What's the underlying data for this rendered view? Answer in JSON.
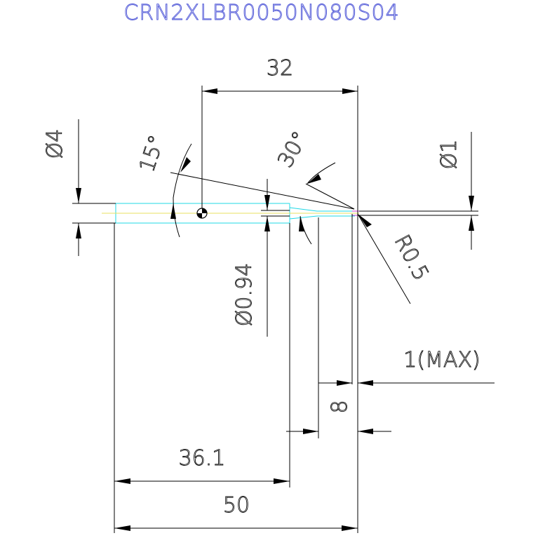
{
  "drawing": {
    "part_number": "CRN2XLBR0050N080S04",
    "colors": {
      "title": "#4a52d6",
      "lines": "#000000",
      "tool_outline": "#1fd8e6",
      "center_line": "#e8e060",
      "tip": "#d040d0"
    },
    "dimensions": {
      "overall_length_top": "32",
      "shank_diameter": "Ø4",
      "angle_15": "15°",
      "angle_30": "30°",
      "tip_diameter": "Ø1",
      "corner_radius": "R0.5",
      "neck_diameter": "Ø0.94",
      "max_length": "1(MAX)",
      "flute_length": "8",
      "neck_length": "36.1",
      "overall_length": "50"
    }
  }
}
